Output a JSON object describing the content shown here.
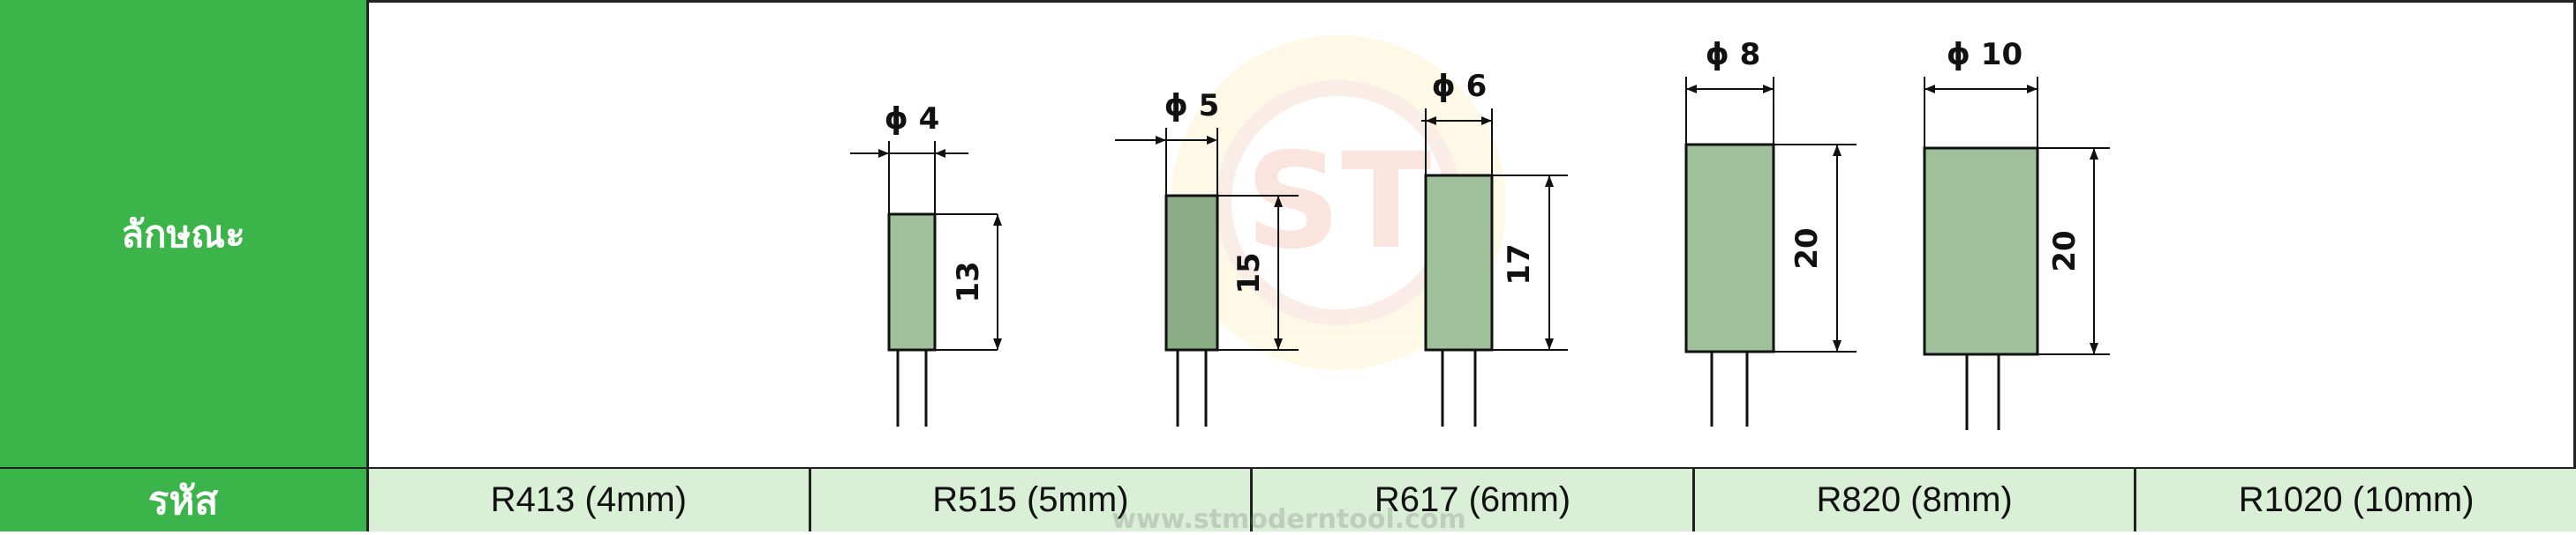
{
  "header": {
    "characteristics_label": "ลักษณะ",
    "code_label": "รหัส"
  },
  "watermark": {
    "logo_text": "ST",
    "url_text": "www.stmoderntool.com"
  },
  "items": [
    {
      "code": "R413 (4mm)",
      "diameter_label": "ϕ 4",
      "height_label": "13"
    },
    {
      "code": "R515 (5mm)",
      "diameter_label": "ϕ 5",
      "height_label": "15"
    },
    {
      "code": "R617 (6mm)",
      "diameter_label": "ϕ 6",
      "height_label": "17"
    },
    {
      "code": "R820 (8mm)",
      "diameter_label": "ϕ 8",
      "height_label": "20"
    },
    {
      "code": "R1020 (10mm)",
      "diameter_label": "ϕ 10",
      "height_label": "20"
    }
  ],
  "colors": {
    "header_green": "#3bb54a",
    "code_cell_bg": "#d9f0d6",
    "part_fill": "#9fc09a",
    "border": "#222222"
  }
}
